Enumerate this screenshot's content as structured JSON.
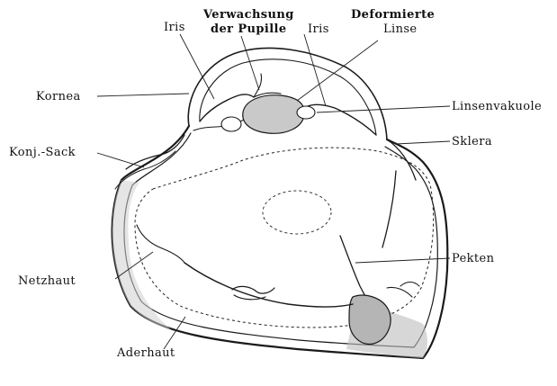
{
  "figure": {
    "labels": {
      "iris_left": "Iris",
      "verwachsung_line1": "Verwachsung",
      "verwachsung_line2": "der Pupille",
      "iris_right": "Iris",
      "deformierte_line1": "Deformierte",
      "deformierte_line2": "Linse",
      "kornea": "Kornea",
      "linsenvakuole": "Linsenvakuole",
      "konj_sack": "Konj.-Sack",
      "sklera": "Sklera",
      "pekten": "Pekten",
      "netzhaut": "Netzhaut",
      "aderhaut": "Aderhaut"
    },
    "colors": {
      "ink": "#1a1a1a",
      "tissue_shade": "#9a9a9a",
      "paper": "#ffffff"
    }
  }
}
